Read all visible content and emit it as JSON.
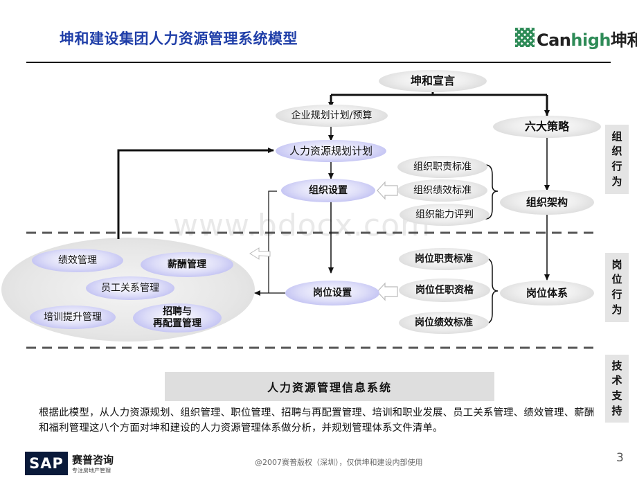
{
  "header": {
    "title": "坤和建设集团人力资源管理系统模型",
    "logo": {
      "prefix": "Can",
      "highlight": "high",
      "suffix": "坤和"
    }
  },
  "watermark": "www.bdocx.com",
  "nodes": {
    "declaration": "坤和宣言",
    "enterprise_plan": "企业规划计划/预算",
    "six_strategies": "六大策略",
    "hr_planning": "人力资源规划计划",
    "org_setup": "组织设置",
    "org_structure": "组织架构",
    "org_duty_std": "组织职责标准",
    "org_perf_std": "组织绩效标准",
    "org_capability": "组织能力评判",
    "post_setup": "岗位设置",
    "post_system": "岗位体系",
    "post_duty_std": "岗位职责标准",
    "post_qualification": "岗位任职资格",
    "post_perf_std": "岗位绩效标准"
  },
  "hr_functions": {
    "performance": "绩效管理",
    "compensation": "薪酬管理",
    "employee_relations": "员工关系管理",
    "training": "培训提升管理",
    "recruit_line1": "招聘与",
    "recruit_line2": "再配置管理"
  },
  "side_labels": {
    "org_behavior": [
      "组",
      "织",
      "行",
      "为"
    ],
    "post_behavior": [
      "岗",
      "位",
      "行",
      "为"
    ],
    "tech_support": [
      "技",
      "术",
      "支",
      "持"
    ]
  },
  "system_box": "人力资源管理信息系统",
  "description": "根据此模型，从人力资源规划、组织管理、职位管理、招聘与再配置管理、培训和职业发展、员工关系管理、绩效管理、薪酬和福利管理这八个方面对坤和建设的人力资源管理体系做分析，并规划管理体系文件清单。",
  "footer": {
    "copyright": "@2007赛普版权（深圳），仅供坤和建设内部使用",
    "page_number": "3",
    "sap_logo": "SAP",
    "sap_cn": "赛普咨询",
    "sap_sub": "专注房地产管理"
  }
}
